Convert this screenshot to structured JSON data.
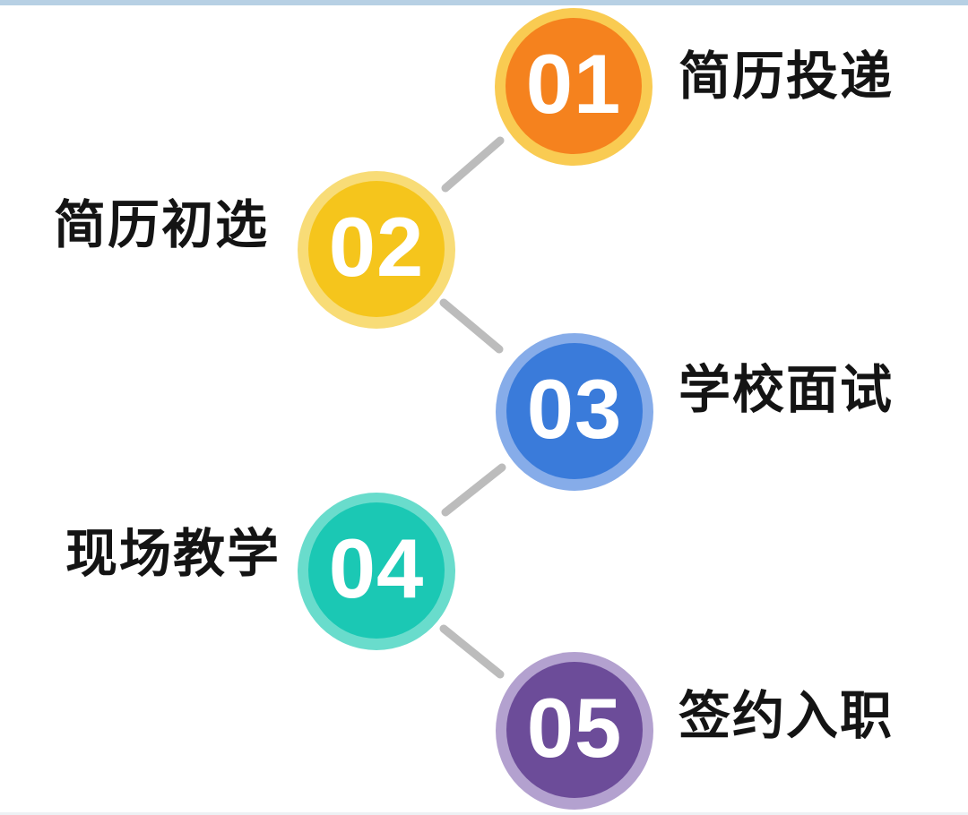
{
  "page": {
    "background": "#ffffff",
    "top_strip_color": "#b7d0e4",
    "connector_color": "#bcbcbc",
    "label_color": "#141414",
    "number_color": "#ffffff"
  },
  "steps": [
    {
      "number": "01",
      "label": "简历投递",
      "circle_color": "#f5821e",
      "ring_color": "#f9cb52",
      "label_side": "right"
    },
    {
      "number": "02",
      "label": "简历初选",
      "circle_color": "#f5c51c",
      "ring_color": "#f8dc77",
      "label_side": "left"
    },
    {
      "number": "03",
      "label": "学校面试",
      "circle_color": "#3a7bda",
      "ring_color": "#86ace9",
      "label_side": "right"
    },
    {
      "number": "04",
      "label": "现场教学",
      "circle_color": "#1bc8b4",
      "ring_color": "#69dccc",
      "label_side": "left"
    },
    {
      "number": "05",
      "label": "签约入职",
      "circle_color": "#6c4c99",
      "ring_color": "#b3a1cf",
      "label_side": "right"
    }
  ]
}
